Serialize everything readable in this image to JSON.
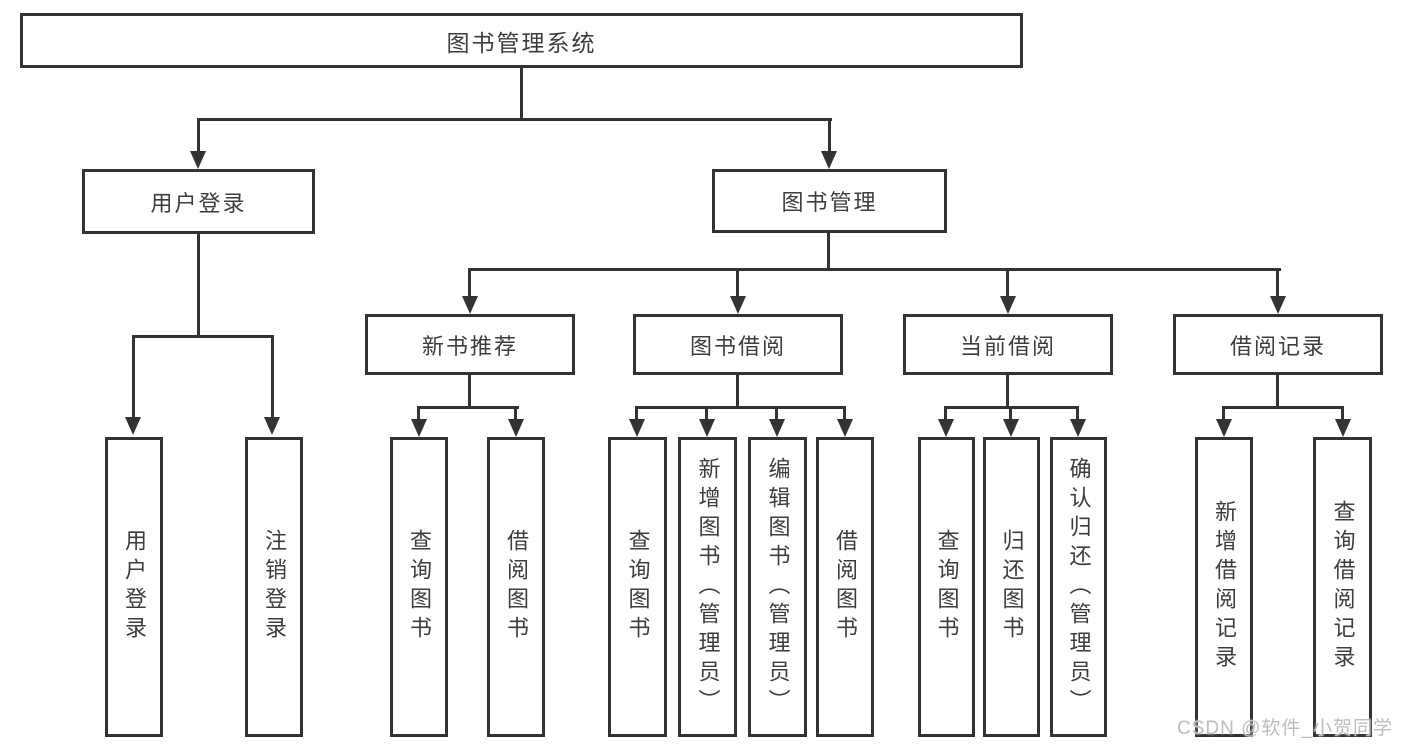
{
  "colors": {
    "line": "#333333",
    "box_border": "#333333",
    "box_fill": "#ffffff",
    "text": "#3d3d3d",
    "watermark_text": "#bdbdbd"
  },
  "tree": {
    "root": {
      "label": "图书管理系统"
    },
    "level2": [
      {
        "label": "用户登录"
      },
      {
        "label": "图书管理"
      }
    ],
    "level3": [
      {
        "label": "新书推荐"
      },
      {
        "label": "图书借阅"
      },
      {
        "label": "当前借阅"
      },
      {
        "label": "借阅记录"
      }
    ],
    "leaves": {
      "user_login": [
        {
          "label": "用户登录"
        },
        {
          "label": "注销登录"
        }
      ],
      "new_book": [
        {
          "label": "查询图书"
        },
        {
          "label": "借阅图书"
        }
      ],
      "book_borrow": [
        {
          "label": "查询图书"
        },
        {
          "label": "新增图书（管理员）"
        },
        {
          "label": "编辑图书（管理员）"
        },
        {
          "label": "借阅图书"
        }
      ],
      "current_borrow": [
        {
          "label": "查询图书"
        },
        {
          "label": "归还图书"
        },
        {
          "label": "确认归还（管理员）"
        }
      ],
      "borrow_records": [
        {
          "label": "新增借阅记录"
        },
        {
          "label": "查询借阅记录"
        }
      ]
    }
  },
  "watermark": {
    "text": "CSDN @软件_小贺同学"
  }
}
